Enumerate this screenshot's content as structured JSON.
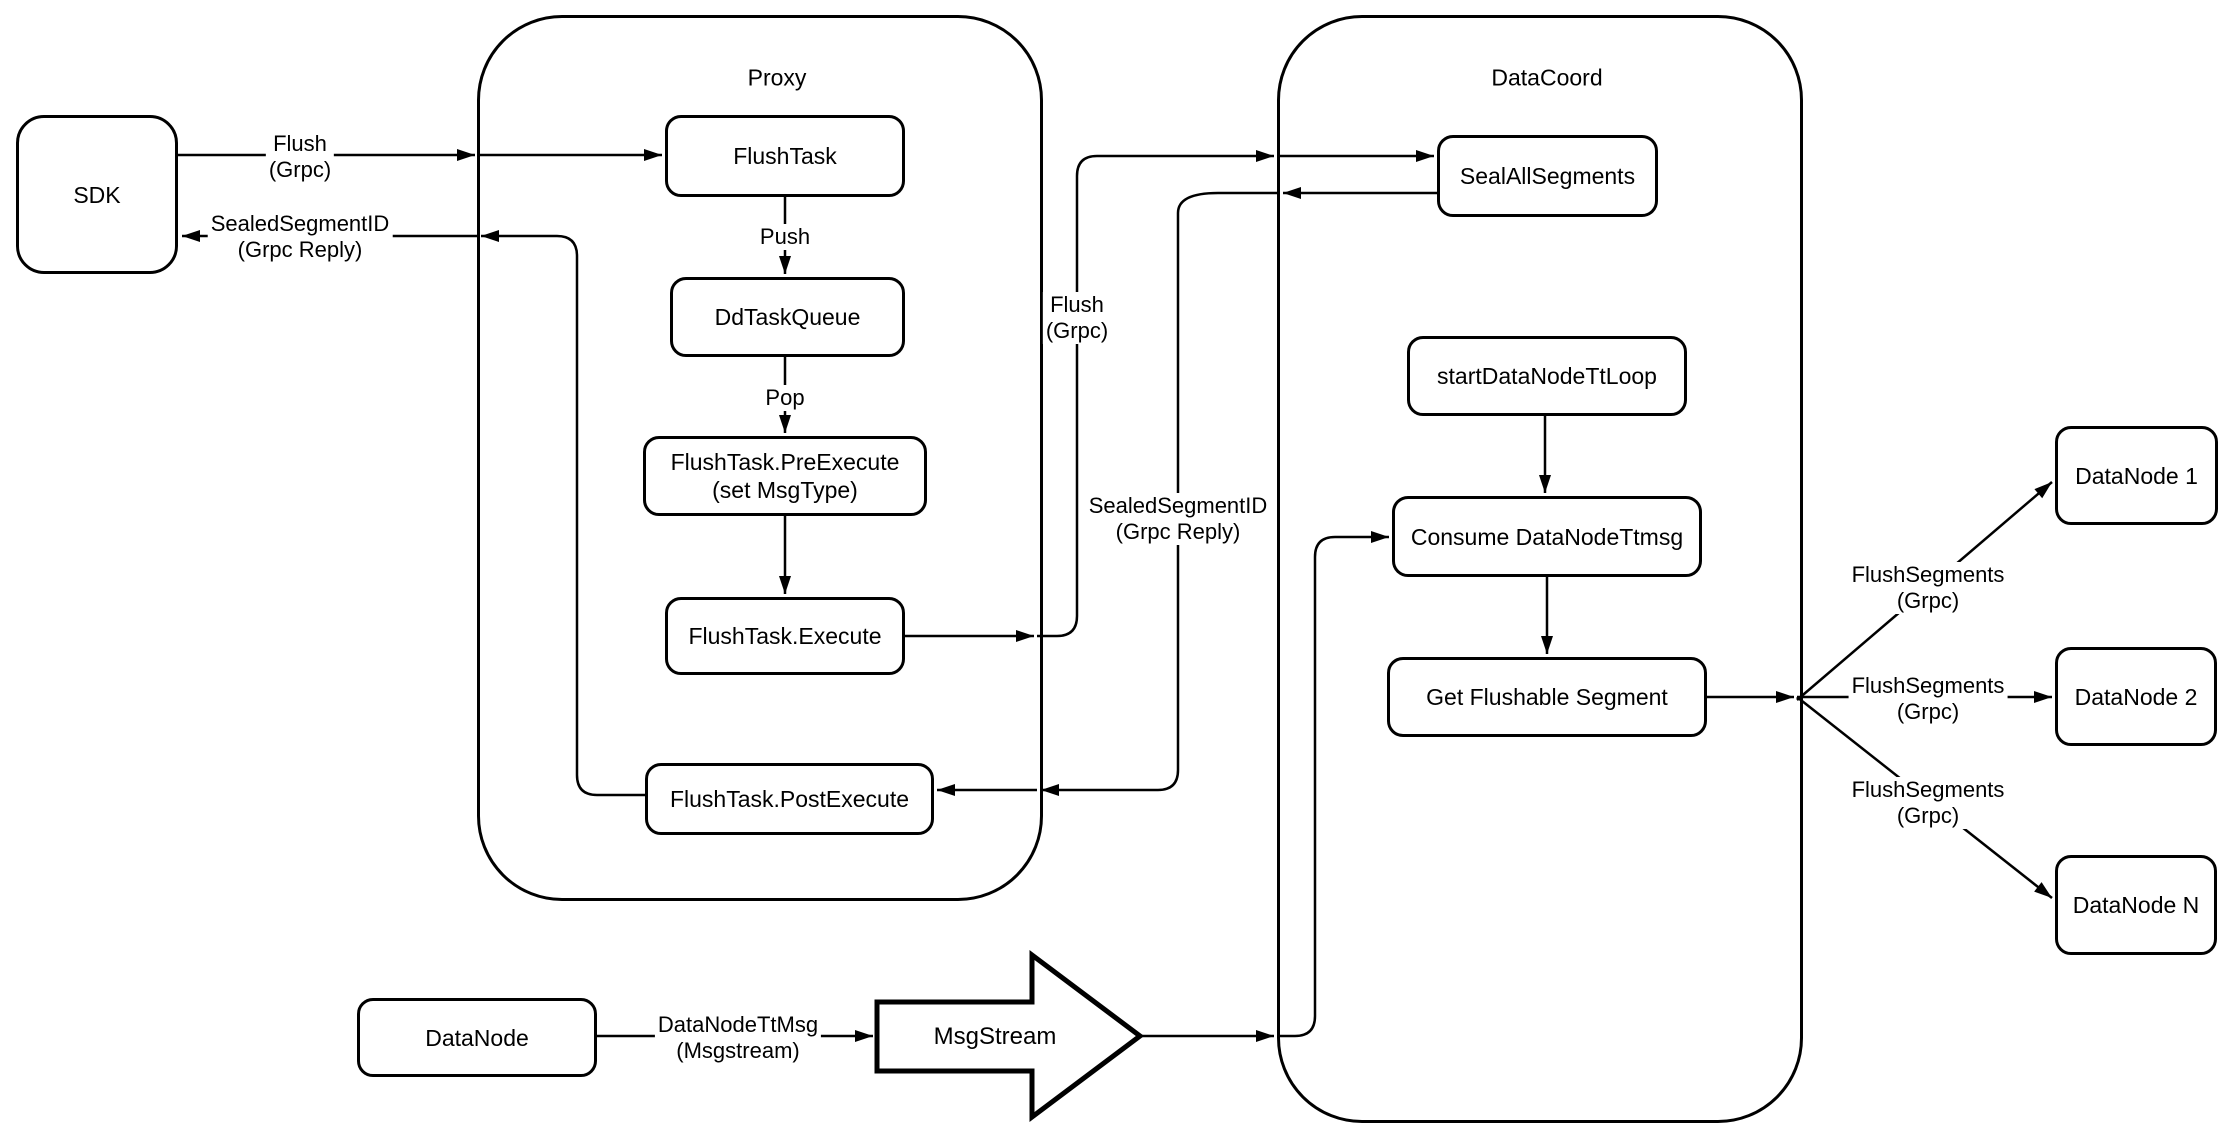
{
  "diagram": {
    "containers": {
      "proxy": {
        "title": "Proxy"
      },
      "datacoord": {
        "title": "DataCoord"
      }
    },
    "nodes": {
      "sdk": {
        "label": "SDK"
      },
      "flush_task": {
        "label": "FlushTask"
      },
      "dd_task_queue": {
        "label": "DdTaskQueue"
      },
      "pre_execute": {
        "label_line1": "FlushTask.PreExecute",
        "label_line2": "(set MsgType)"
      },
      "execute": {
        "label": "FlushTask.Execute"
      },
      "post_execute": {
        "label": "FlushTask.PostExecute"
      },
      "seal_all_segments": {
        "label": "SealAllSegments"
      },
      "start_datanode_tt_loop": {
        "label": "startDataNodeTtLoop"
      },
      "consume_datanode_ttmsg": {
        "label": "Consume DataNodeTtmsg"
      },
      "get_flushable_segment": {
        "label": "Get Flushable Segment"
      },
      "datanode_1": {
        "label": "DataNode 1"
      },
      "datanode_2": {
        "label": "DataNode 2"
      },
      "datanode_n": {
        "label": "DataNode N"
      },
      "datanode_source": {
        "label": "DataNode"
      },
      "msgstream": {
        "label": "MsgStream"
      }
    },
    "edge_labels": {
      "flush_sdk_to_proxy": {
        "line1": "Flush",
        "line2": "(Grpc)"
      },
      "sealed_segment_id_to_sdk": {
        "line1": "SealedSegmentID",
        "line2": "(Grpc Reply)"
      },
      "push": {
        "line1": "Push"
      },
      "pop": {
        "line1": "Pop"
      },
      "flush_proxy_to_datacoord": {
        "line1": "Flush",
        "line2": "(Grpc)"
      },
      "sealed_segment_id_reply": {
        "line1": "SealedSegmentID",
        "line2": "(Grpc Reply)"
      },
      "flush_segments_1": {
        "line1": "FlushSegments",
        "line2": "(Grpc)"
      },
      "flush_segments_2": {
        "line1": "FlushSegments",
        "line2": "(Grpc)"
      },
      "flush_segments_3": {
        "line1": "FlushSegments",
        "line2": "(Grpc)"
      },
      "datanode_tt_msg": {
        "line1": "DataNodeTtMsg",
        "line2": "(Msgstream)"
      }
    },
    "colors": {
      "stroke": "#000000",
      "node_fill": "#ffffff",
      "background": "#ffffff"
    }
  }
}
